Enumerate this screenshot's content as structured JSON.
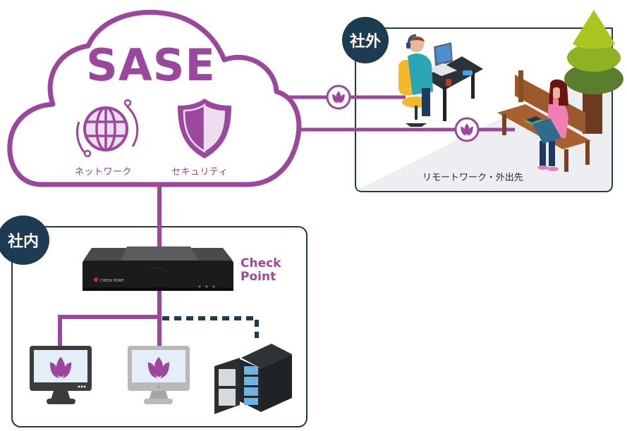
{
  "colors": {
    "purple": "#9b479e",
    "purple_light": "#eedcef",
    "navy": "#1d3c52",
    "screen_bg": "#e4eef8"
  },
  "cloud": {
    "title": "SASE",
    "items": [
      {
        "icon": "globe-network-icon",
        "label": "ネットワーク"
      },
      {
        "icon": "shield-icon",
        "label": "セキュリティ"
      }
    ]
  },
  "outside": {
    "badge": "社外",
    "caption": "リモートワーク・外出先",
    "people": [
      {
        "icon": "person-at-desk-icon",
        "connection_icon": "lotus-icon"
      },
      {
        "icon": "person-on-bench-icon",
        "connection_icon": "lotus-icon"
      }
    ]
  },
  "inside": {
    "badge": "社内",
    "gateway": {
      "brand_line1": "Check",
      "brand_line2": "Point",
      "device_logo": "CHECK POINT"
    },
    "devices": [
      {
        "type": "desktop-monitor-dark",
        "icon": "lotus-icon",
        "connection": "solid"
      },
      {
        "type": "desktop-monitor-light",
        "icon": "lotus-icon",
        "connection": "solid"
      },
      {
        "type": "server-rack",
        "connection": "dashed"
      }
    ]
  }
}
